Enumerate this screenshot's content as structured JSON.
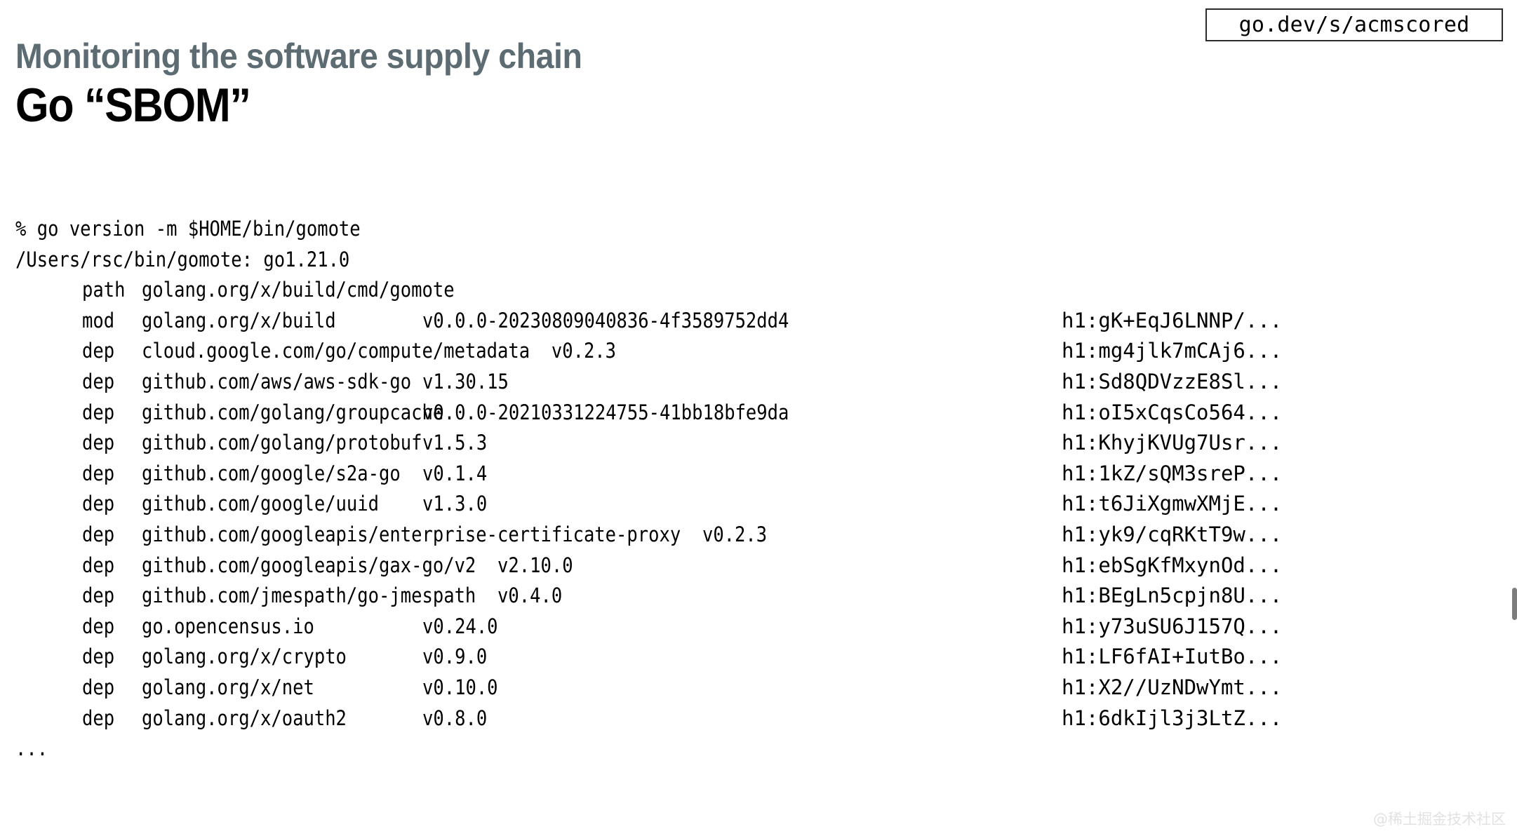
{
  "url_chip": {
    "text": "go.dev/s/acmscored"
  },
  "heading": {
    "eyebrow": "Monitoring the software supply chain",
    "title": "Go “SBOM”"
  },
  "watermark": {
    "text": "@稀土掘金技术社区"
  },
  "terminal": {
    "command_line": "% go version -m $HOME/bin/gomote",
    "binary_line": "/Users/rsc/bin/gomote: go1.21.0",
    "trailing_ellipsis": "...",
    "rows": [
      {
        "kind": "path",
        "module": "golang.org/x/build/cmd/gomote",
        "version": "",
        "hash": "",
        "overflow": false
      },
      {
        "kind": "mod",
        "module": "golang.org/x/build",
        "version": "v0.0.0-20230809040836-4f3589752dd4",
        "hash": "h1:gK+EqJ6LNNP/...",
        "overflow": false
      },
      {
        "kind": "dep",
        "module": "cloud.google.com/go/compute/metadata",
        "version": "v0.2.3",
        "hash": "h1:mg4jlk7mCAj6...",
        "overflow": true
      },
      {
        "kind": "dep",
        "module": "github.com/aws/aws-sdk-go",
        "version": "v1.30.15",
        "hash": "h1:Sd8QDVzzE8Sl...",
        "overflow": false
      },
      {
        "kind": "dep",
        "module": "github.com/golang/groupcache",
        "version": "v0.0.0-20210331224755-41bb18bfe9da",
        "hash": "h1:oI5xCqsCo564...",
        "overflow": false
      },
      {
        "kind": "dep",
        "module": "github.com/golang/protobuf",
        "version": "v1.5.3",
        "hash": "h1:KhyjKVUg7Usr...",
        "overflow": false
      },
      {
        "kind": "dep",
        "module": "github.com/google/s2a-go",
        "version": "v0.1.4",
        "hash": "h1:1kZ/sQM3sreP...",
        "overflow": false
      },
      {
        "kind": "dep",
        "module": "github.com/google/uuid",
        "version": "v1.3.0",
        "hash": "h1:t6JiXgmwXMjE...",
        "overflow": false
      },
      {
        "kind": "dep",
        "module": "github.com/googleapis/enterprise-certificate-proxy",
        "version": "v0.2.3",
        "hash": "h1:yk9/cqRKtT9w...",
        "overflow": true
      },
      {
        "kind": "dep",
        "module": "github.com/googleapis/gax-go/v2",
        "version": "v2.10.0",
        "hash": "h1:ebSgKfMxynOd...",
        "overflow": true
      },
      {
        "kind": "dep",
        "module": "github.com/jmespath/go-jmespath",
        "version": "v0.4.0",
        "hash": "h1:BEgLn5cpjn8U...",
        "overflow": true
      },
      {
        "kind": "dep",
        "module": "go.opencensus.io",
        "version": "v0.24.0",
        "hash": "h1:y73uSU6J157Q...",
        "overflow": false
      },
      {
        "kind": "dep",
        "module": "golang.org/x/crypto",
        "version": "v0.9.0",
        "hash": "h1:LF6fAI+IutBo...",
        "overflow": false
      },
      {
        "kind": "dep",
        "module": "golang.org/x/net",
        "version": "v0.10.0",
        "hash": "h1:X2//UzNDwYmt...",
        "overflow": false
      },
      {
        "kind": "dep",
        "module": "golang.org/x/oauth2",
        "version": "v0.8.0",
        "hash": "h1:6dkIjl3j3LtZ...",
        "overflow": false
      }
    ]
  }
}
